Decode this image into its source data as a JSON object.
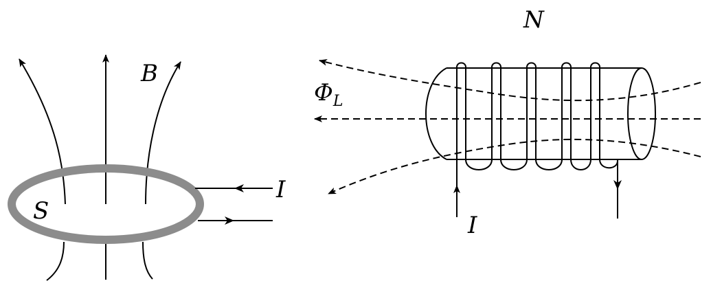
{
  "labels": {
    "b": "B",
    "s": "S",
    "i_loop": "I",
    "n": "N",
    "phi": "Φ",
    "phi_sub": "L",
    "i_coil": "I"
  },
  "colors": {
    "ink": "#000000",
    "ring": "#8c8c8c",
    "background": "#ffffff"
  }
}
